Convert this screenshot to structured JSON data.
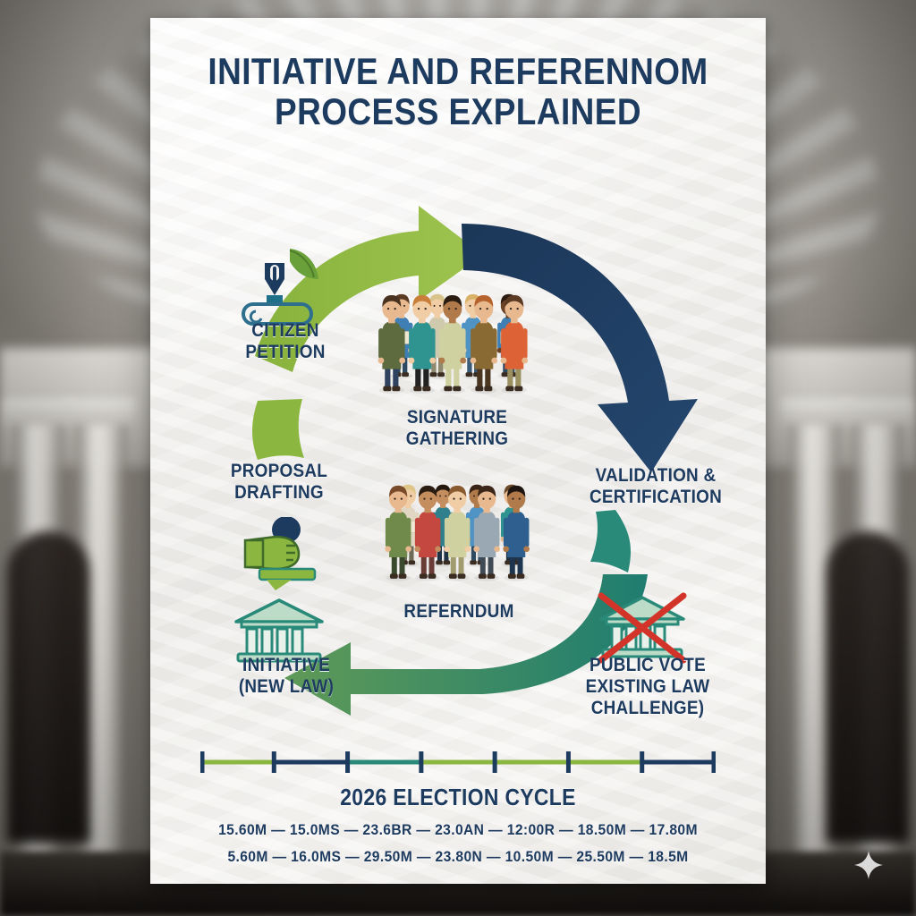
{
  "poster": {
    "title_line_1": "INITIATIVE AND REFERENNOM",
    "title_line_2": "PROCESS EXPLAINED",
    "background_scene": "capitol-rotunda-interior"
  },
  "stages": [
    {
      "key": "citizen_petition",
      "label": "CITIZEN\nPETITION",
      "icon": "quill-pen-scroll-icon"
    },
    {
      "key": "signature_gathering",
      "label": "SIGNATURE\nGATHERING",
      "icon": "people-group-icon"
    },
    {
      "key": "validation_certification",
      "label": "VALIDATION &\nCERTIFICATION",
      "icon": ""
    },
    {
      "key": "proposal_drafting",
      "label": "PROPOSAL\nDRAFTING",
      "icon": "hand-gavel-stamp-icon"
    },
    {
      "key": "referendum",
      "label": "REFERNDUM",
      "icon": "people-group-icon"
    },
    {
      "key": "initiative_new_law",
      "label": "INITIATIVE\n(NEW LAW)",
      "icon": "classical-building-icon"
    },
    {
      "key": "public_vote",
      "label": "PUBLIC VOTE\nEXISTING LAW\nCHALLENGE)",
      "icon": "building-crossed-out-icon"
    }
  ],
  "timeline": {
    "cycle_label": "2026 ELECTION CYCLE",
    "tick_count": 8,
    "segment_colors": [
      "#8bb63f",
      "#1d3a5f",
      "#2a8a7a",
      "#8bb63f",
      "#8bb63f",
      "#8bb63f",
      "#1d3a5f",
      "#1d3a5f"
    ]
  },
  "data_rows": [
    "15.60M  —  15.0MS  —  23.6BR  —  23.0AN  —  12:00R  —  18.50M  —  17.80M",
    "5.60M  —  16.0MS  —  29.50M  —  23.80N  —  10.50M  —  25.50M  —  18.5M"
  ],
  "colors": {
    "navy": "#1d3a5f",
    "green": "#8bb63f",
    "teal": "#2a8a7a",
    "red": "#d2342a",
    "paper": "#f4f3f1"
  },
  "people_top": [
    {
      "skin": "#e8b98f",
      "hair": "#5a3a22",
      "shirt": "#3f7fb4",
      "pants": "#2e4a63",
      "row": "back"
    },
    {
      "skin": "#f0cda4",
      "hair": "#d8c48a",
      "shirt": "#cfc9ae",
      "pants": "#8f8a6f",
      "row": "back"
    },
    {
      "skin": "#f0cda4",
      "hair": "#d9b268",
      "shirt": "#4f93c4",
      "pants": "#3b5c78",
      "row": "back"
    },
    {
      "skin": "#6b4226",
      "hair": "#2c1a10",
      "shirt": "#3f7fb4",
      "pants": "#2e4a63",
      "row": "back"
    },
    {
      "skin": "#e8b98f",
      "hair": "#4a3220",
      "shirt": "#5d6b3f",
      "pants": "#2f4260",
      "row": "front"
    },
    {
      "skin": "#f0cda4",
      "hair": "#c97f3a",
      "shirt": "#2f9490",
      "pants": "#222222",
      "row": "front"
    },
    {
      "skin": "#b07a4b",
      "hair": "#2b1c12",
      "shirt": "#cfd2a0",
      "pants": "#cfd2a0",
      "row": "front"
    },
    {
      "skin": "#e8b98f",
      "hair": "#b5622c",
      "shirt": "#8a6a33",
      "pants": "#4a3520",
      "row": "front"
    },
    {
      "skin": "#e8b98f",
      "hair": "#5a3a22",
      "shirt": "#dd6236",
      "pants": "#9a9060",
      "row": "front"
    }
  ],
  "people_bottom": [
    {
      "skin": "#f0cda4",
      "hair": "#e0c588",
      "shirt": "#e0d6c2",
      "pants": "#6d6a58",
      "row": "back"
    },
    {
      "skin": "#c58e5e",
      "hair": "#24180f",
      "shirt": "#2f7f8c",
      "pants": "#1f3347",
      "row": "back"
    },
    {
      "skin": "#b07a4b",
      "hair": "#3a2415",
      "shirt": "#4f93c4",
      "pants": "#2e4a63",
      "row": "back"
    },
    {
      "skin": "#e8b98f",
      "hair": "#6b4a2c",
      "shirt": "#2f9490",
      "pants": "#20303f",
      "row": "back"
    },
    {
      "skin": "#e8b98f",
      "hair": "#7a4b2a",
      "shirt": "#6f8a4a",
      "pants": "#3a4a2c",
      "row": "front"
    },
    {
      "skin": "#c58e5e",
      "hair": "#2b1c12",
      "shirt": "#c4483f",
      "pants": "#6b3b36",
      "row": "front"
    },
    {
      "skin": "#f0cda4",
      "hair": "#8a5a30",
      "shirt": "#cfd2a0",
      "pants": "#a39b70",
      "row": "front"
    },
    {
      "skin": "#e8b98f",
      "hair": "#3c2618",
      "shirt": "#9aa8b4",
      "pants": "#3f4a55",
      "row": "front"
    },
    {
      "skin": "#b07a4b",
      "hair": "#1f1510",
      "shirt": "#2e5f8e",
      "pants": "#1e3550",
      "row": "front"
    }
  ]
}
